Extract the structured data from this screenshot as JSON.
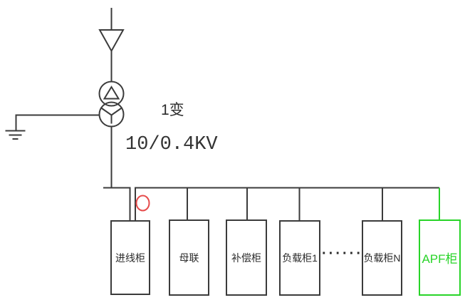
{
  "colors": {
    "line": "#3b3b3b",
    "text": "#2b2b2b",
    "green": "#28d428",
    "red": "#e64a4a",
    "background": "#ffffff"
  },
  "transformer": {
    "name": "1变",
    "ratio": "10/0.4KV"
  },
  "bus": {
    "ellipsis": "······"
  },
  "cabinets": [
    {
      "id": "incoming",
      "label": "进线柜"
    },
    {
      "id": "bus-tie",
      "label": "母联"
    },
    {
      "id": "compensation",
      "label": "补偿柜"
    },
    {
      "id": "load-1",
      "label": "负载柜1"
    },
    {
      "id": "load-n",
      "label": "负载柜N"
    },
    {
      "id": "apf",
      "label": "APF柜"
    }
  ],
  "symbols": {
    "supply_arrow": "open-down-triangle",
    "transformer": "two-circle-delta-wye",
    "ground": "earth-three-bars",
    "marker": "red-ellipse-annotation"
  }
}
